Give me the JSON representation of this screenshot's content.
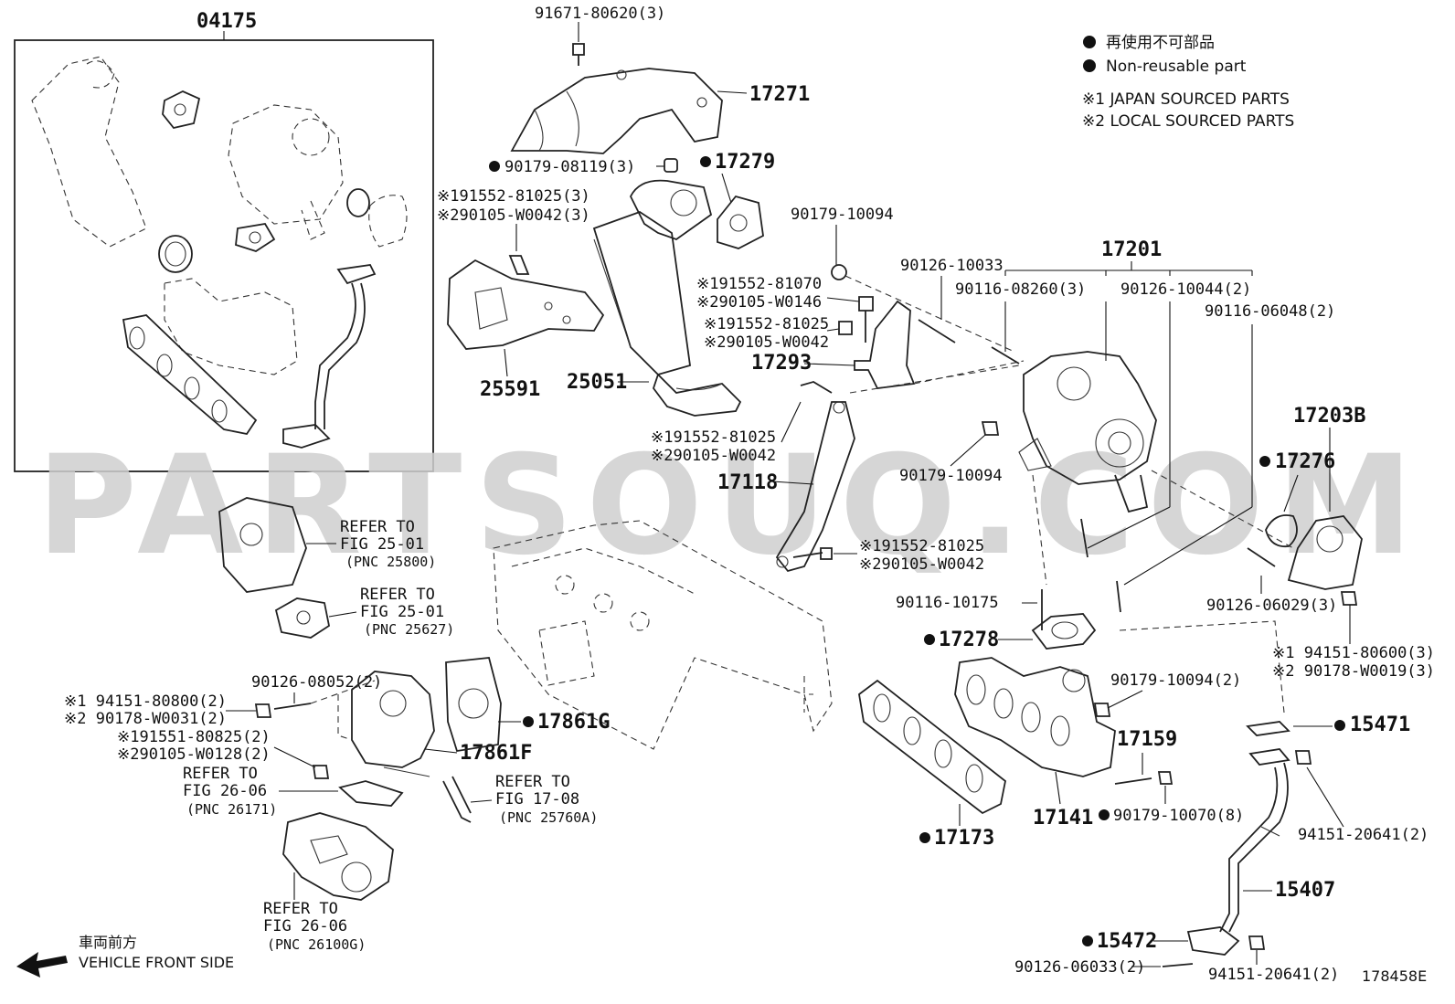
{
  "legend": {
    "non_reusable_jp": "再使用不可部品",
    "non_reusable_en": "Non-reusable part",
    "note1": "※1 JAPAN SOURCED PARTS",
    "note2": "※2 LOCAL SOURCED PARTS"
  },
  "watermark": "PARTSOUQ.COM",
  "box_label": "04175",
  "labels": {
    "p91671": "91671-80620(3)",
    "p17271": "17271",
    "p90179_08119": "90179-08119(3)",
    "p17279": "17279",
    "p191552_81025a": "※191552-81025(3)",
    "p290105_w0042a": "※290105-W0042(3)",
    "p90179_10094a": "90179-10094",
    "p17201": "17201",
    "p90126_10033": "90126-10033",
    "p90116_08260": "90116-08260(3)",
    "p90126_10044": "90126-10044(2)",
    "p90116_06048": "90116-06048(2)",
    "p191552_81070": "※191552-81070",
    "p290105_w0146": "※290105-W0146",
    "p191552_81025b": "※191552-81025",
    "p290105_w0042b": "※290105-W0042",
    "p17293": "17293",
    "p25591": "25591",
    "p25051": "25051",
    "p191552_81025c": "※191552-81025",
    "p290105_w0042c": "※290105-W0042",
    "p17118": "17118",
    "p90179_10094b": "90179-10094",
    "p17203b": "17203B",
    "p17276": "17276",
    "p191552_81025d": "※191552-81025",
    "p290105_w0042d": "※290105-W0042",
    "refer1_a": "REFER TO",
    "refer1_b": "FIG 25-01",
    "refer1_c": "(PNC 25800)",
    "refer2_a": "REFER TO",
    "refer2_b": "FIG 25-01",
    "refer2_c": "(PNC 25627)",
    "p90116_10175": "90116-10175",
    "p90126_06029": "90126-06029(3)",
    "p17278": "17278",
    "p94151_80600": "※1 94151-80600(3)",
    "p90178_w0019": "※2 90178-W0019(3)",
    "p90126_08052": "90126-08052(2)",
    "p94151_80800": "※1 94151-80800(2)",
    "p90178_w0031": "※2 90178-W0031(2)",
    "p191551_80825": "※191551-80825(2)",
    "p290105_w0128": "※290105-W0128(2)",
    "p17861g": "17861G",
    "p17861f": "17861F",
    "p90179_10094c": "90179-10094(2)",
    "p15471": "15471",
    "p17159": "17159",
    "refer3_a": "REFER TO",
    "refer3_b": "FIG 26-06",
    "refer3_c": "(PNC 26171)",
    "refer4_a": "REFER TO",
    "refer4_b": "FIG 17-08",
    "refer4_c": "(PNC 25760A)",
    "p17141": "17141",
    "p90179_10070": "90179-10070(8)",
    "p94151_20641a": "94151-20641(2)",
    "p17173": "17173",
    "refer5_a": "REFER TO",
    "refer5_b": "FIG 26-06",
    "refer5_c": "(PNC 26100G)",
    "p15407": "15407",
    "p15472": "15472",
    "p90126_06033": "90126-06033(2)",
    "p94151_20641b": "94151-20641(2)"
  },
  "footer": {
    "front_jp": "車両前方",
    "front_en": "VEHICLE FRONT SIDE",
    "figure_id": "178458E"
  }
}
